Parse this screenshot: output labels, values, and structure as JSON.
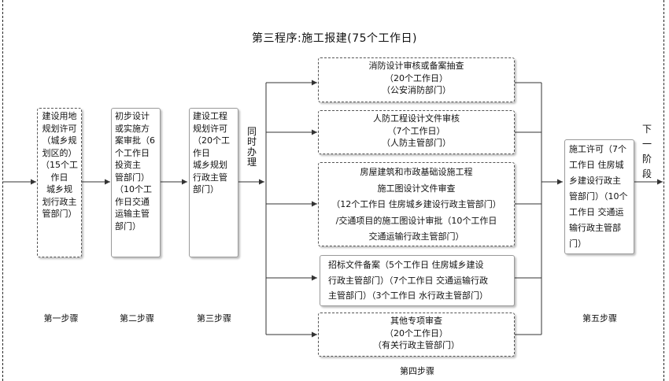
{
  "title": "第三程序:施工报建(75个工作日)",
  "step1": {
    "text": "建设用地\n规划许可\n（城乡规\n划区的）\n（15个工\n作日\n城乡规\n划行政主\n管部门）",
    "label": "第一步骤"
  },
  "step2": {
    "text": "初步设计\n或实施方\n案审批（6\n个工作日\n投资主\n管部门）\n（10个工\n作日交通\n运输主管\n部门）",
    "label": "第二步骤"
  },
  "step3": {
    "text": "建设工程\n规划许可\n（20个工\n作日\n城乡规划\n行政主管\n部门）",
    "label": "第三步骤"
  },
  "concurrent": "同\n时\n办\n理",
  "step4": {
    "label": "第四步骤",
    "items": [
      "消防设计审核或备案抽查\n（20个工作日）\n（公安消防部门）",
      "人防工程设计文件审核\n（7个工作日）\n（人防主管部门）",
      "房屋建筑和市政基础设施工程\n施工图设计文件审查\n（12个工作日  住房城乡建设行政主管部门）\n/交通项目的施工图设计审批（10个工作日\n交通运输行政主管部门）",
      "招标文件备案（5个工作日  住房城乡建设\n行政主管部门）（7个工作日  交通运输行政\n主管部门）（3个工作日  水行政主管部门）",
      "其他专项审查\n（20个工作日）\n（有关行政主管部门）"
    ]
  },
  "step5": {
    "text": "施工许可（7个\n工作日  住房城\n乡建设行政主\n管部门）（10个\n工作日  交通运\n输行政主管部\n门）",
    "label": "第五步骤"
  },
  "next_stage": "下\n一\n阶\n段"
}
